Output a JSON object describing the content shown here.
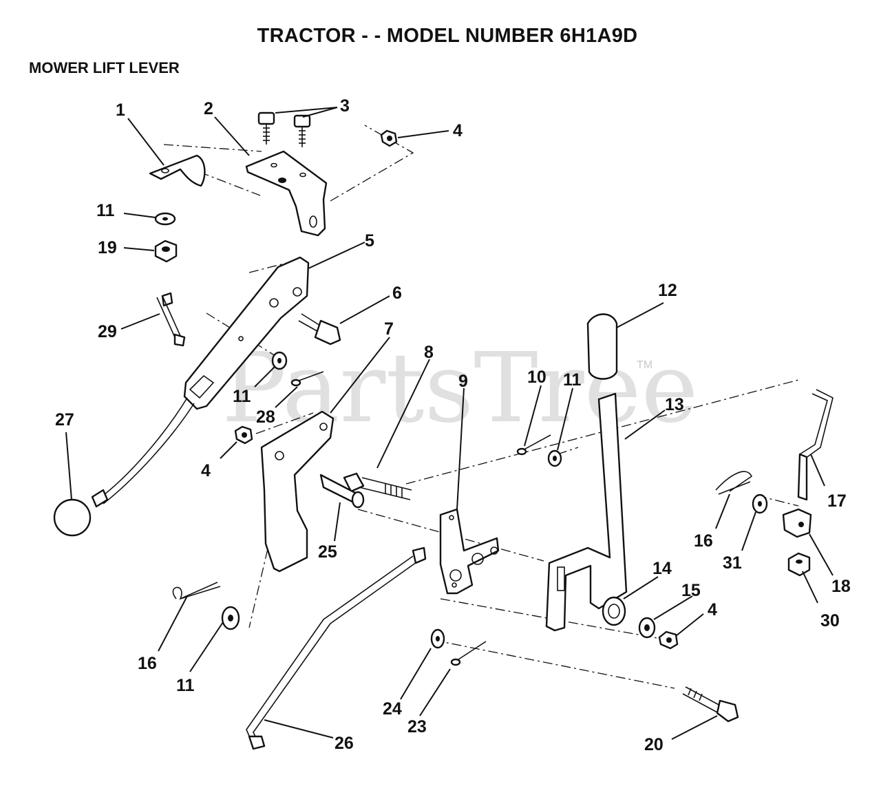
{
  "header": {
    "title": "TRACTOR - - MODEL NUMBER 6H1A9D",
    "section": "MOWER LIFT LEVER"
  },
  "watermark": {
    "brand": "PartsTree",
    "trademark": "TM"
  },
  "callouts": [
    {
      "id": "c1",
      "label": "1"
    },
    {
      "id": "c2",
      "label": "2"
    },
    {
      "id": "c3",
      "label": "3"
    },
    {
      "id": "c4a",
      "label": "4"
    },
    {
      "id": "c4b",
      "label": "4"
    },
    {
      "id": "c4c",
      "label": "4"
    },
    {
      "id": "c5",
      "label": "5"
    },
    {
      "id": "c6",
      "label": "6"
    },
    {
      "id": "c7",
      "label": "7"
    },
    {
      "id": "c8",
      "label": "8"
    },
    {
      "id": "c9",
      "label": "9"
    },
    {
      "id": "c10",
      "label": "10"
    },
    {
      "id": "c11a",
      "label": "11"
    },
    {
      "id": "c11b",
      "label": "11"
    },
    {
      "id": "c11c",
      "label": "11"
    },
    {
      "id": "c11d",
      "label": "11"
    },
    {
      "id": "c12",
      "label": "12"
    },
    {
      "id": "c13",
      "label": "13"
    },
    {
      "id": "c14",
      "label": "14"
    },
    {
      "id": "c15",
      "label": "15"
    },
    {
      "id": "c16a",
      "label": "16"
    },
    {
      "id": "c16b",
      "label": "16"
    },
    {
      "id": "c17",
      "label": "17"
    },
    {
      "id": "c18",
      "label": "18"
    },
    {
      "id": "c19",
      "label": "19"
    },
    {
      "id": "c20",
      "label": "20"
    },
    {
      "id": "c23",
      "label": "23"
    },
    {
      "id": "c24",
      "label": "24"
    },
    {
      "id": "c25",
      "label": "25"
    },
    {
      "id": "c26",
      "label": "26"
    },
    {
      "id": "c27",
      "label": "27"
    },
    {
      "id": "c28",
      "label": "28"
    },
    {
      "id": "c29",
      "label": "29"
    },
    {
      "id": "c30",
      "label": "30"
    },
    {
      "id": "c31",
      "label": "31"
    }
  ]
}
